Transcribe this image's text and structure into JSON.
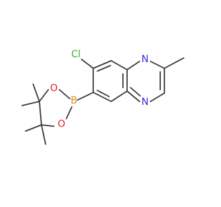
{
  "molecule": {
    "atoms": [
      {
        "id": "cl",
        "element": "Cl",
        "color": "#3bb33b"
      },
      {
        "id": "b",
        "element": "B",
        "color": "#e28a1a"
      },
      {
        "id": "o1",
        "element": "O",
        "color": "#e5201f"
      },
      {
        "id": "o2",
        "element": "O",
        "color": "#e5201f"
      },
      {
        "id": "n1",
        "element": "N",
        "color": "#2d2de0"
      },
      {
        "id": "n2",
        "element": "N",
        "color": "#2d2de0"
      }
    ],
    "bond_color": "#3a3a3a"
  }
}
